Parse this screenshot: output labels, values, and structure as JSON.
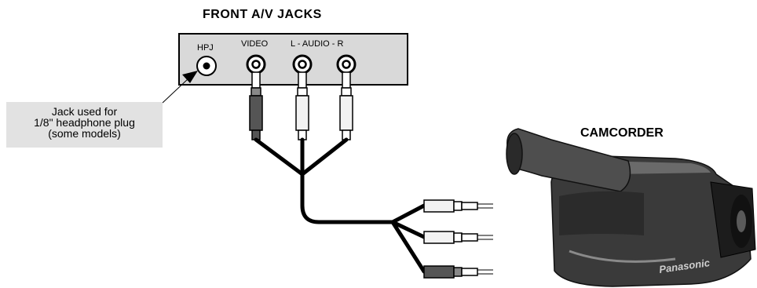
{
  "title": "FRONT A/V JACKS",
  "camcorder_label": "CAMCORDER",
  "jack_labels": {
    "hpj": "HPJ",
    "video": "VIDEO",
    "audio": "L  - AUDIO - R"
  },
  "note": {
    "line1": "Jack used for",
    "line2": "1/8\" headphone plug",
    "line3": "(some models)"
  },
  "brand_on_camera": "Panasonic",
  "colors": {
    "video_plug": "#555555",
    "audio_plug": "#f2f2f2",
    "cable": "#000000",
    "note_bg": "#e2e2e2",
    "camera_body": "#3a3a3a"
  }
}
